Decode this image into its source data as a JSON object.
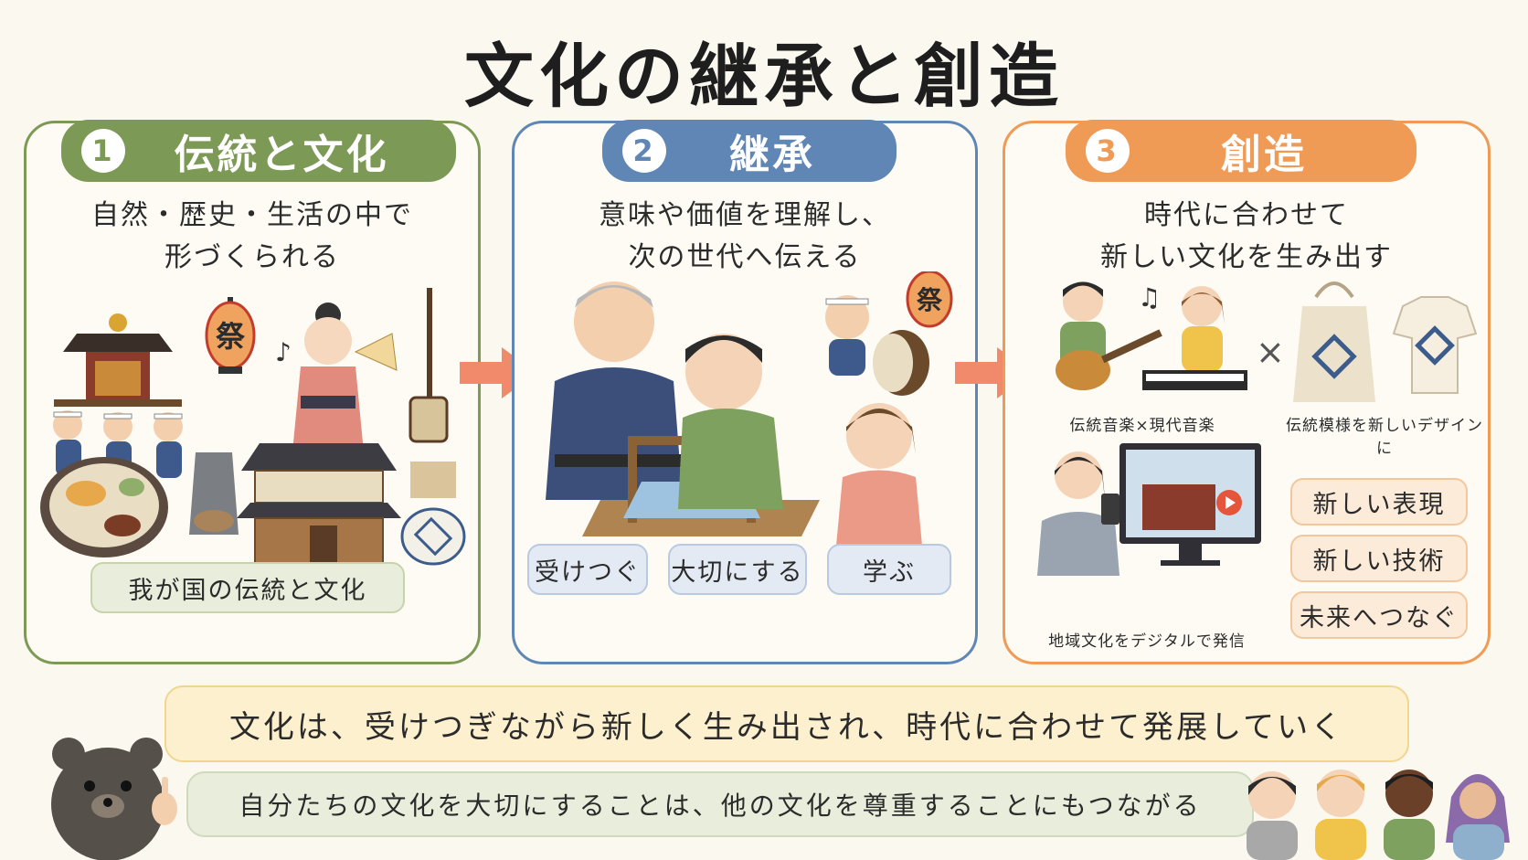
{
  "title": "文化の継承と創造",
  "panels": [
    {
      "number": "1",
      "label": "伝統と文化",
      "desc_lines": [
        "自然・歴史・生活の中で",
        "形づくられる"
      ],
      "lantern_char": "祭",
      "tags": [
        "我が国の伝統と文化"
      ]
    },
    {
      "number": "2",
      "label": "継承",
      "desc_lines": [
        "意味や価値を理解し、",
        "次の世代へ伝える"
      ],
      "lantern_char": "祭",
      "tags": [
        "受けつぐ",
        "大切にする",
        "学ぶ"
      ]
    },
    {
      "number": "3",
      "label": "創造",
      "desc_lines": [
        "時代に合わせて",
        "新しい文化を生み出す"
      ],
      "captions": [
        "伝統音楽×現代音楽",
        "伝統模様を新しいデザインに",
        "地域文化をデジタルで発信"
      ],
      "tags": [
        "新しい表現",
        "新しい技術",
        "未来へつなぐ"
      ]
    }
  ],
  "summary": "文化は、受けつぎながら新しく生み出され、時代に合わせて発展していく",
  "speech": "自分たちの文化を大切にすることは、他の文化を尊重することにもつながる",
  "colors": {
    "green": "#7c9a55",
    "blue": "#5f86b5",
    "orange": "#ef9a55",
    "arrow": "#f08a6a"
  }
}
